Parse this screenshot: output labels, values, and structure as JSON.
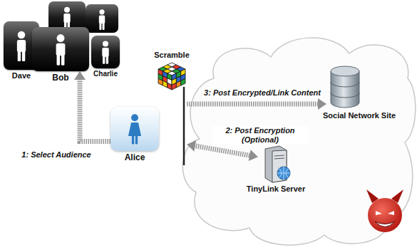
{
  "diagram": {
    "nodes": [
      {
        "text": [
          "Dave"
        ]
      },
      {
        "text": [
          "Charlie"
        ]
      },
      {
        "text": [
          "Bob"
        ]
      },
      {
        "text": [
          "Alice"
        ]
      },
      {
        "text": [
          "Scramble"
        ]
      },
      {
        "text": [
          "Social Network Site"
        ]
      },
      {
        "text": [
          "TinyLink Server"
        ]
      }
    ],
    "edges": [
      {
        "from": 3,
        "to": 2,
        "arrow": "to",
        "label": "1: Select Audience"
      },
      {
        "from": 4,
        "to": 6,
        "arrow": "both",
        "label": "2: Post Encryption (Optional)"
      },
      {
        "from": 4,
        "to": 5,
        "arrow": "to",
        "label": "3: Post Encrypted/Link Content"
      }
    ]
  }
}
